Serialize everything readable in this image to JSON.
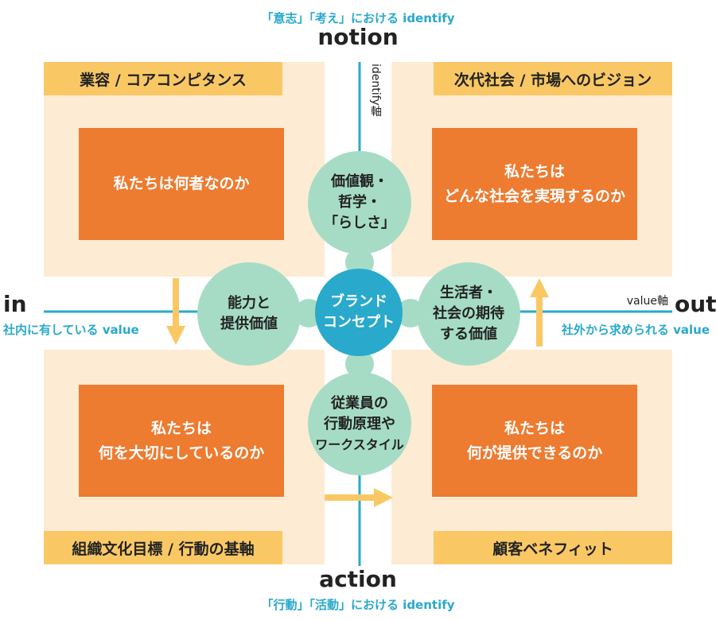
{
  "top": {
    "caption": "「意志」「考え」における identify",
    "word": "notion"
  },
  "bottom": {
    "caption": "「行動」「活動」における identify",
    "word": "action"
  },
  "left": {
    "word": "in",
    "caption": "社内に有している value"
  },
  "right": {
    "word": "out",
    "caption": "社外から求められる value"
  },
  "axes": {
    "vertical": "identify軸",
    "horizontal": "value軸"
  },
  "quadrants": {
    "top_left": {
      "label": "業容 / コアコンピタンス",
      "box_lines": [
        "私たちは何者なのか"
      ]
    },
    "top_right": {
      "label": "次代社会 / 市場へのビジョン",
      "box_lines": [
        "私たちは",
        "どんな社会を実現するのか"
      ]
    },
    "bottom_left": {
      "label": "組織文化目標 / 行動の基軸",
      "box_lines": [
        "私たちは",
        "何を大切にしているのか"
      ]
    },
    "bottom_right": {
      "label": "顧客ベネフィット",
      "box_lines": [
        "私たちは",
        "何が提供できるのか"
      ]
    }
  },
  "circles": {
    "center": [
      "ブランド",
      "コンセプト"
    ],
    "top": [
      "価値観・",
      "哲学・",
      "「らしさ」"
    ],
    "left": [
      "能力と",
      "提供価値"
    ],
    "right": [
      "生活者・",
      "社会の期待",
      "する価値"
    ],
    "bottom": [
      "従業員の",
      "行動原理や",
      "ワークスタイル"
    ]
  },
  "colors": {
    "quadrant_bg": "#fdebd3",
    "label_bar": "#f9c865",
    "orange_box": "#ed7b30",
    "teal_circle": "#a6dcc6",
    "center_circle": "#29a9cc",
    "axis_line": "#29a9cc",
    "arrow": "#f9c865"
  }
}
